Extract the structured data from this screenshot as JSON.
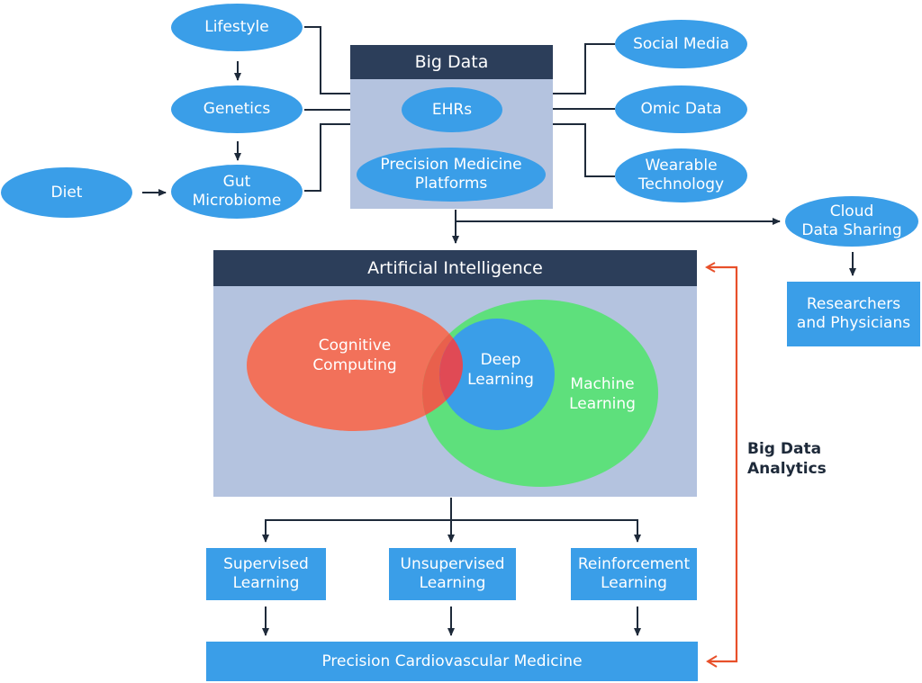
{
  "big_data": {
    "title": "Big Data",
    "ehrs": "EHRs",
    "platforms": "Precision Medicine\nPlatforms"
  },
  "sources_left": {
    "lifestyle": "Lifestyle",
    "genetics": "Genetics",
    "gut_microbiome": "Gut\nMicrobiome",
    "diet": "Diet"
  },
  "sources_right": {
    "social_media": "Social Media",
    "omic_data": "Omic Data",
    "wearable": "Wearable\nTechnology"
  },
  "cloud": {
    "label": "Cloud\nData Sharing",
    "researchers": "Researchers\nand Physicians"
  },
  "ai": {
    "title": "Artificial Intelligence",
    "cognitive": "Cognitive\nComputing",
    "deep": "Deep\nLearning",
    "machine": "Machine\nLearning"
  },
  "learning": {
    "supervised": "Supervised\nLearning",
    "unsupervised": "Unsupervised\nLearning",
    "reinforcement": "Reinforcement\nLearning"
  },
  "outcome": "Precision Cardiovascular Medicine",
  "analytics_label": "Big Data\nAnalytics",
  "colors": {
    "node_blue": "#3a9ee8",
    "header_navy": "#2c3e5a",
    "panel_gray_blue": "#b4c3df",
    "cognitive_orange": "#f2715a",
    "machine_green": "#5ee07c",
    "feedback_red": "#e8502a",
    "arrow_dark": "#1e2a3a"
  }
}
